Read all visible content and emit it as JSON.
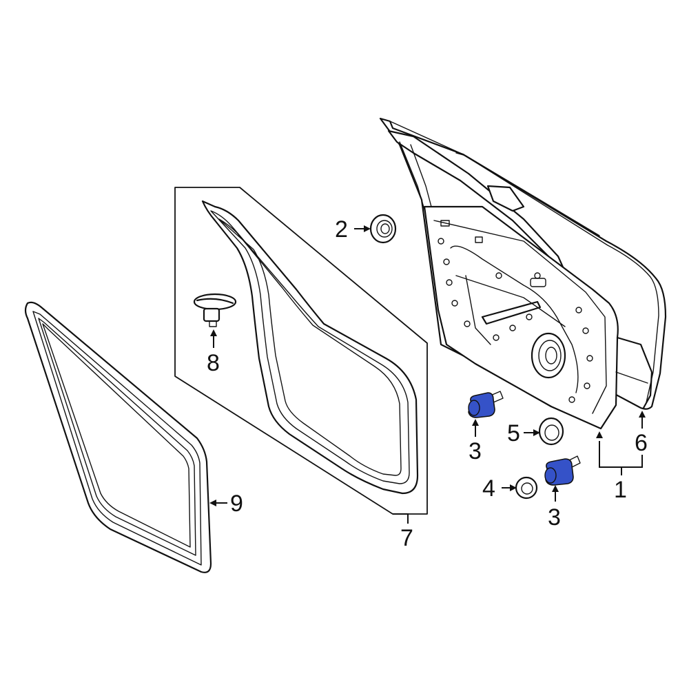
{
  "diagram": {
    "highlight_color": "#3552c8",
    "line_color": "#111111",
    "background": "#ffffff",
    "callouts": {
      "c1": "1",
      "c2": "2",
      "c3a": "3",
      "c3b": "3",
      "c4": "4",
      "c5": "5",
      "c6": "6",
      "c7": "7",
      "c8": "8",
      "c9": "9"
    }
  }
}
